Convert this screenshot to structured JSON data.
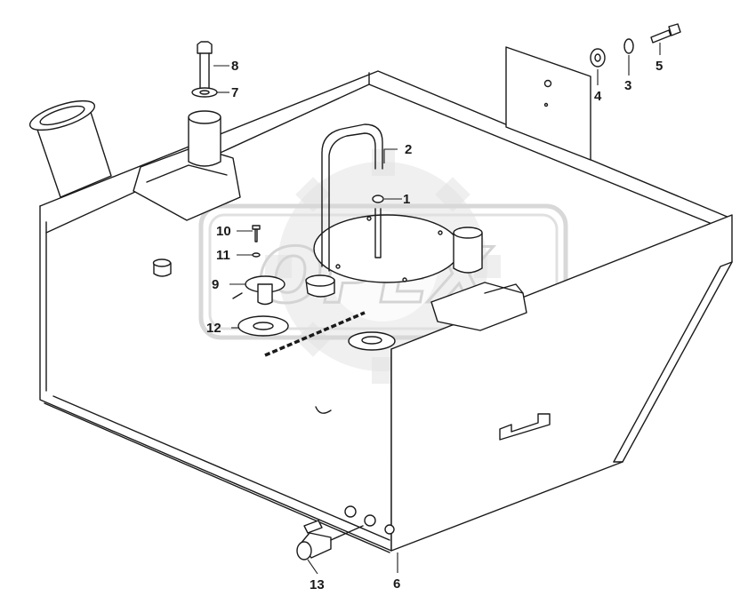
{
  "watermark": {
    "text": "OPEX"
  },
  "callouts": [
    {
      "id": "1",
      "label": "1"
    },
    {
      "id": "2",
      "label": "2"
    },
    {
      "id": "3",
      "label": "3"
    },
    {
      "id": "4",
      "label": "4"
    },
    {
      "id": "5",
      "label": "5"
    },
    {
      "id": "6",
      "label": "6"
    },
    {
      "id": "7",
      "label": "7"
    },
    {
      "id": "8",
      "label": "8"
    },
    {
      "id": "9",
      "label": "9"
    },
    {
      "id": "10",
      "label": "10"
    },
    {
      "id": "11",
      "label": "11"
    },
    {
      "id": "12",
      "label": "12"
    },
    {
      "id": "13",
      "label": "13"
    }
  ]
}
